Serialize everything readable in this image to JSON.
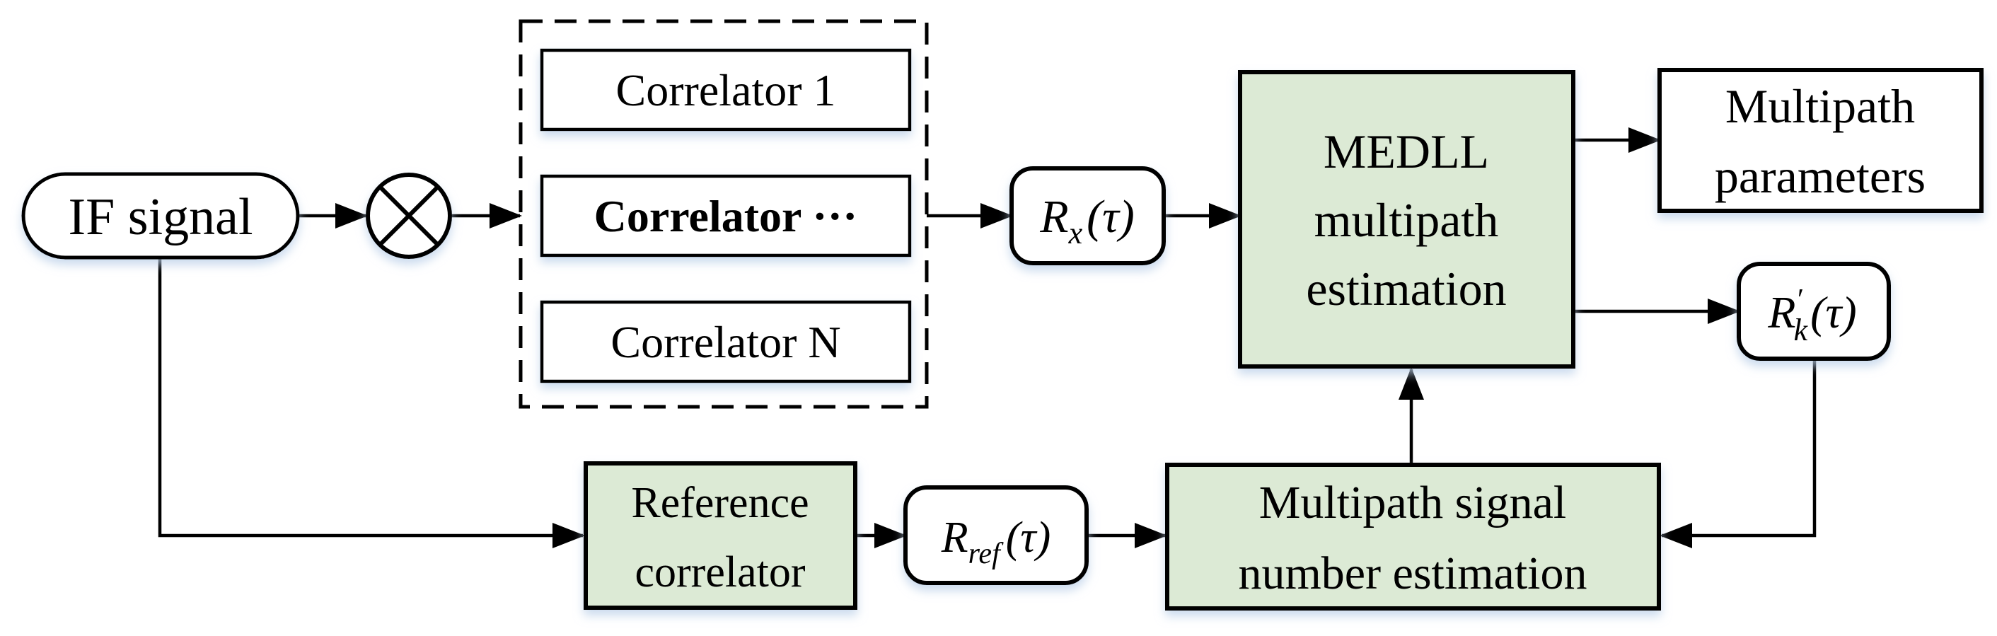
{
  "diagram": {
    "description": "MEDLL multipath estimation signal-flow block diagram",
    "colors": {
      "stroke": "#000000",
      "green_fill": "#dcead5",
      "white_fill": "#ffffff",
      "shadow": "#b9cfe8",
      "background": "#ffffff"
    },
    "nodes": {
      "if_signal": {
        "label": "IF signal"
      },
      "multiplier": {
        "icon": "multiply-circle"
      },
      "correlators": {
        "item1": "Correlator 1",
        "item2": "Correlator ···",
        "item3": "Correlator N"
      },
      "rx": {
        "base": "R",
        "sub": "x",
        "arg": "(τ)"
      },
      "medll": {
        "line1": "MEDLL",
        "line2": "multipath",
        "line3": "estimation"
      },
      "multipath_parameters": {
        "line1": "Multipath",
        "line2": "parameters"
      },
      "rk": {
        "base": "R",
        "prime": "′",
        "sub": "k",
        "arg": "(τ)"
      },
      "reference_correlator": {
        "line1": "Reference",
        "line2": "correlator"
      },
      "rref": {
        "base": "R",
        "sub": "ref",
        "arg": "(τ)"
      },
      "multipath_number": {
        "line1": "Multipath signal",
        "line2": "number estimation"
      }
    }
  }
}
